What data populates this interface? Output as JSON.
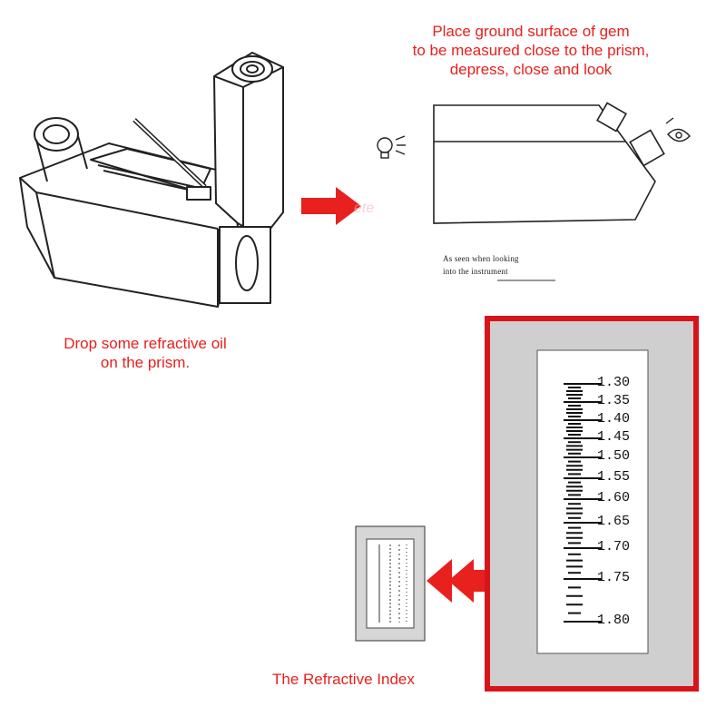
{
  "captions": {
    "top": [
      "Place ground surface of gem",
      "to be measured close to the prism,",
      "depress, close and look"
    ],
    "left": [
      "Drop some refractive oil",
      "on the prism."
    ],
    "bottom": "The Refractive Index"
  },
  "note": [
    "As seen when looking",
    "into the instrument"
  ],
  "scale": {
    "labels": [
      "1.30",
      "1.35",
      "1.40",
      "1.45",
      "1.50",
      "1.55",
      "1.60",
      "1.65",
      "1.70",
      "1.75",
      "1.80"
    ]
  },
  "colors": {
    "accent": "#e8201e",
    "frame_red": "#d8141b",
    "frame_gray": "#cfcfcf"
  }
}
